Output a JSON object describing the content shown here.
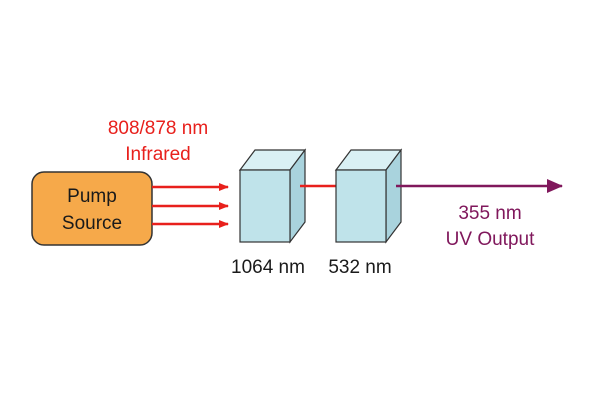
{
  "pump_source": {
    "line1": "Pump",
    "line2": "Source"
  },
  "pump_wavelength": {
    "line1": "808/878 nm",
    "line2": "Infrared"
  },
  "crystal_1": {
    "label": "1064 nm"
  },
  "crystal_2": {
    "label": "532 nm"
  },
  "uv_output": {
    "line1": "355 nm",
    "line2": "UV Output"
  },
  "colors": {
    "pump_fill": "#f6a94a",
    "pump_stroke": "#333333",
    "infrared": "#e8201c",
    "green_link": "#e8201c",
    "uv": "#80185c",
    "crystal_front": "#bfe3ea",
    "crystal_top": "#d9f0f4",
    "crystal_side": "#a9d3dd"
  }
}
